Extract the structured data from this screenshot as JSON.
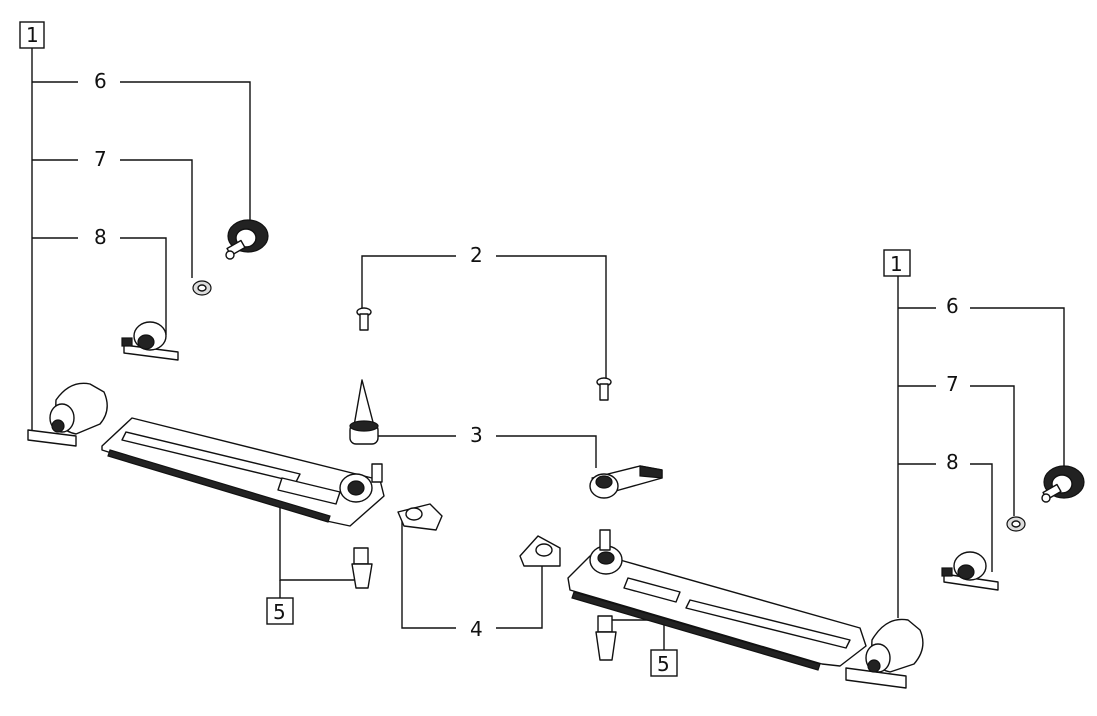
{
  "callouts": {
    "assembly_left": "1",
    "assembly_right": "1",
    "knob_left": "6",
    "washer_left": "7",
    "clamp_left": "8",
    "screws": "2",
    "pin_lever": "3",
    "plate": "4",
    "guide_left": "5",
    "guide_right": "5",
    "knob_right": "6",
    "washer_right": "7",
    "clamp_right": "8"
  }
}
